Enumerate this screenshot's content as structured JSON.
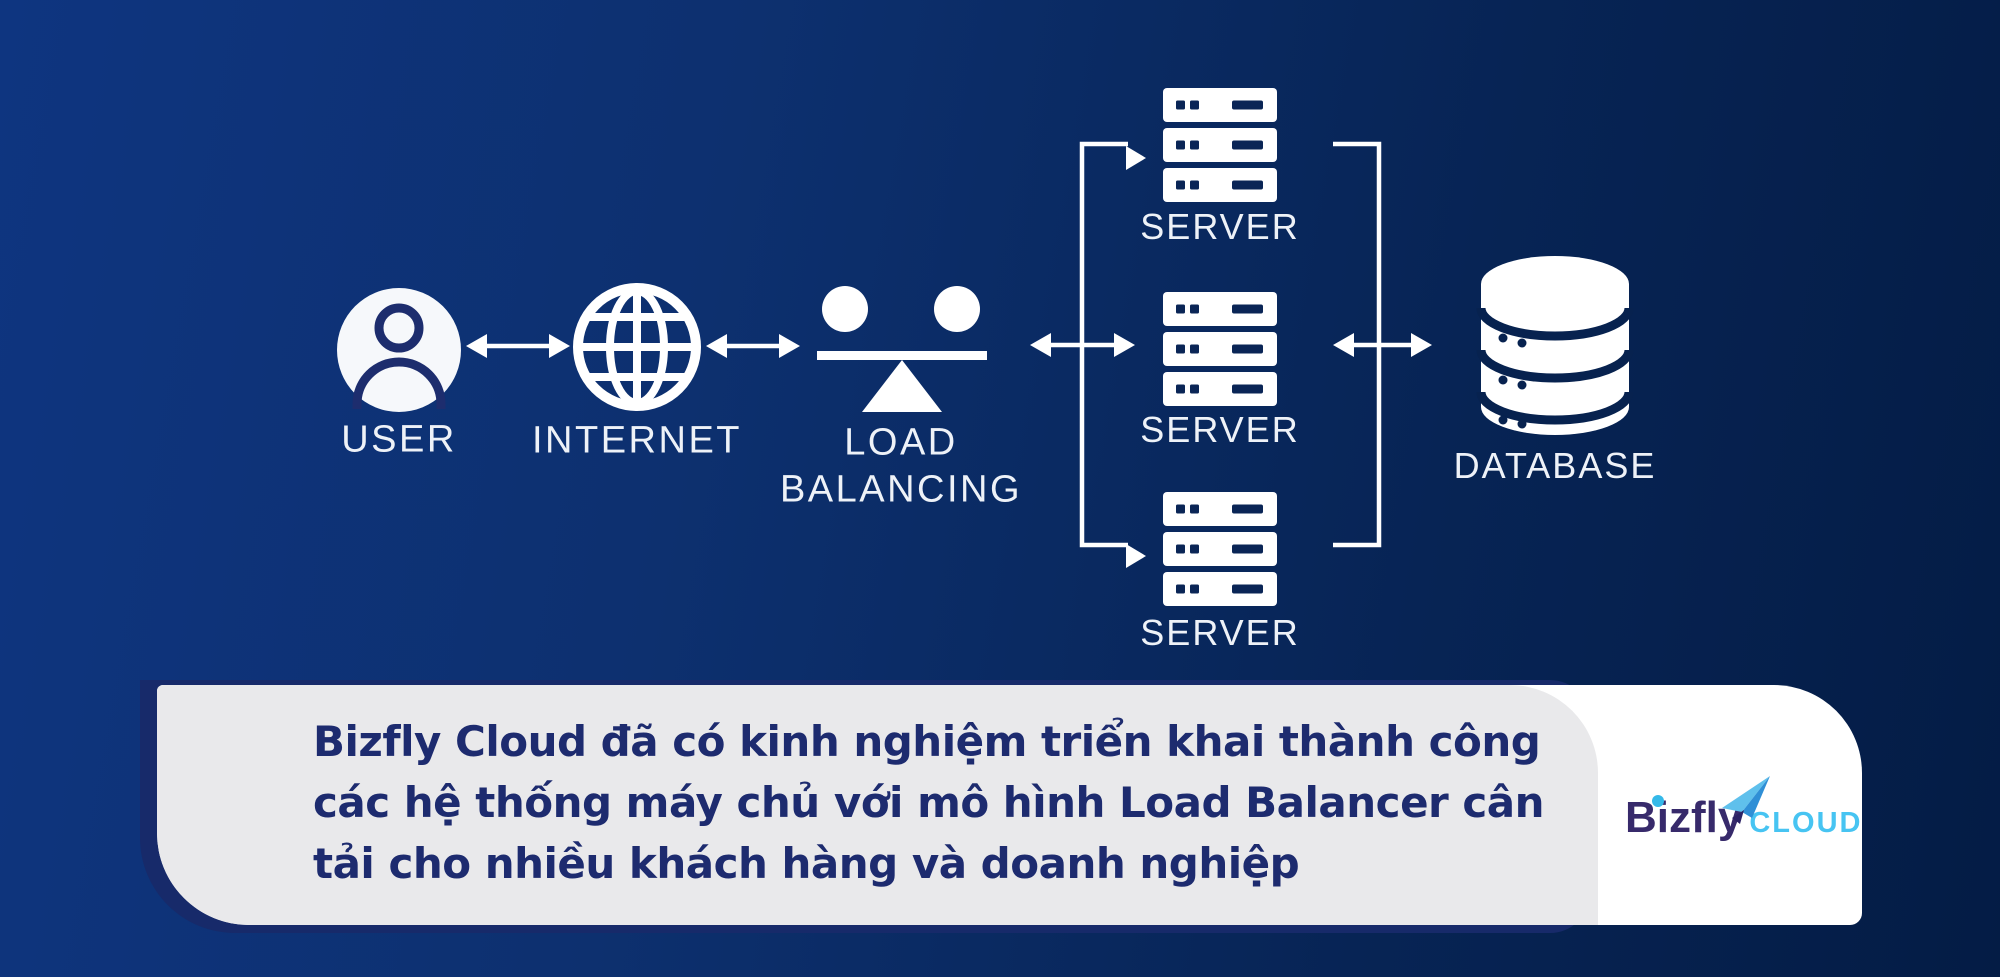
{
  "colors": {
    "background_left": "#0e3580",
    "background_right": "#041c45",
    "banner_accent_blue": "#172a6a",
    "banner_gray": "#e9e9eb",
    "banner_white": "#ffffff",
    "caption_navy": "#1d2b6f",
    "icon_white": "#ffffff",
    "icon_stroke_navy": "#1d2d6e",
    "brand_purple": "#372a6b",
    "brand_cyan": "#47c4f2"
  },
  "diagram": {
    "user_label": "USER",
    "internet_label": "INTERNET",
    "load_balancing_line1": "LOAD",
    "load_balancing_line2": "BALANCING",
    "servers": [
      {
        "label": "SERVER"
      },
      {
        "label": "SERVER"
      },
      {
        "label": "SERVER"
      }
    ],
    "database_label": "DATABASE"
  },
  "banner": {
    "lines": [
      "Bizfly Cloud đã có kinh nghiệm triển khai thành công",
      "các hệ thống máy chủ với mô hình Load Balancer cân",
      "tải cho nhiều khách hàng và doanh nghiệp"
    ]
  },
  "logo": {
    "brand": "Bizfly",
    "suffix": "CLOUD"
  }
}
